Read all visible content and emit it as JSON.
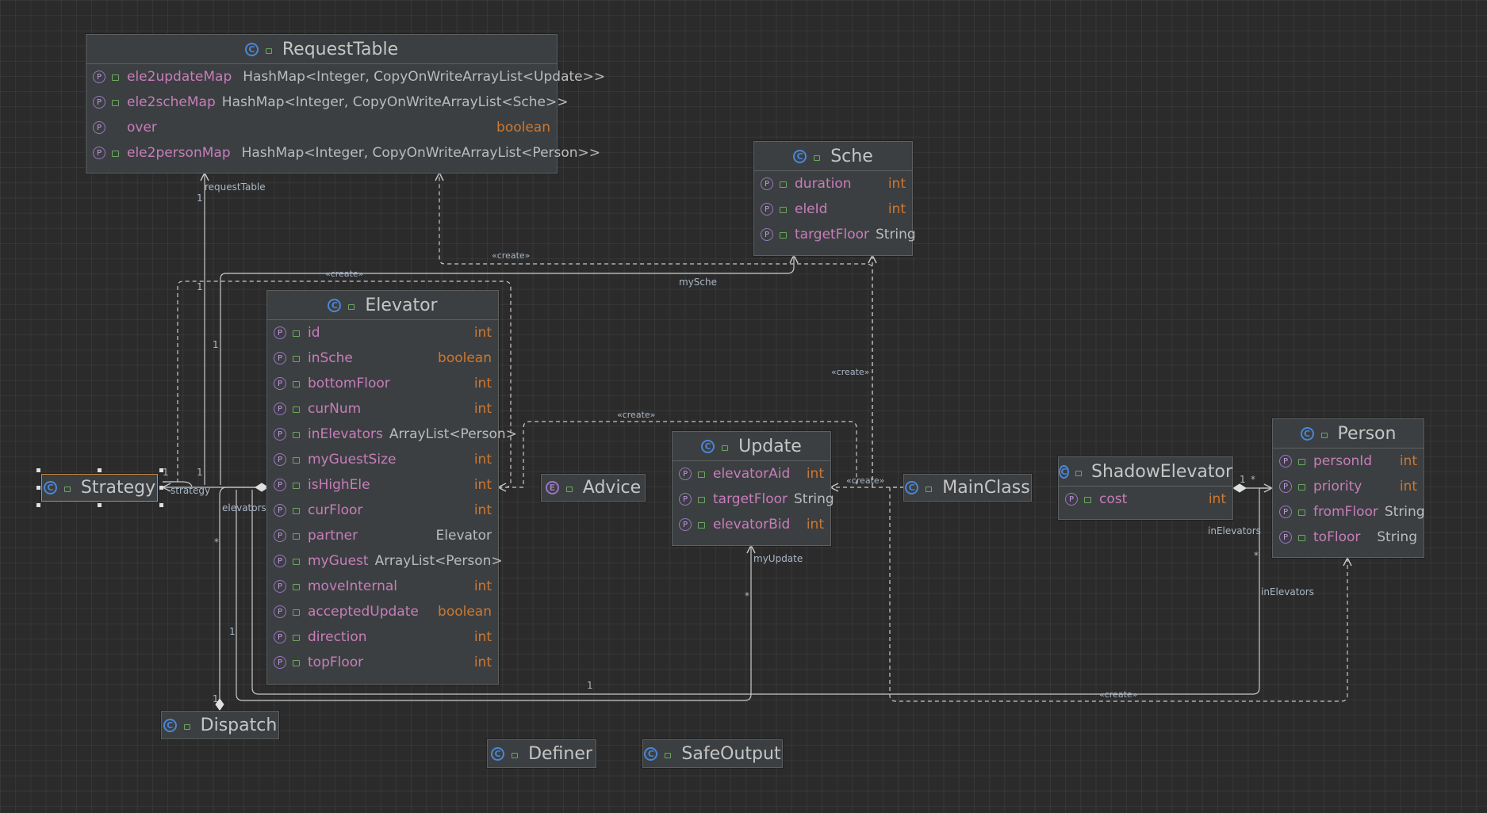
{
  "colors": {
    "background": "#2b2b2b",
    "node_fill": "#3c3f41",
    "node_border": "#5e6060",
    "field_name": "#c77dbb",
    "primitive_type": "#cc7832",
    "class_icon": "#4b86d6",
    "enum_icon": "#9876c2",
    "edge": "#c8c8c8",
    "selection": "#c98a3c"
  },
  "class_icon_letter": "C",
  "enum_icon_letter": "E",
  "field_icon_letter": "P",
  "classes": {
    "requesttable": {
      "name": "RequestTable",
      "fields": [
        {
          "name": "ele2updateMap",
          "type": "HashMap<Integer, CopyOnWriteArrayList<Update>>"
        },
        {
          "name": "ele2scheMap",
          "type": "HashMap<Integer, CopyOnWriteArrayList<Sche>>"
        },
        {
          "name": "over",
          "type": "boolean"
        },
        {
          "name": "ele2personMap",
          "type": "HashMap<Integer, CopyOnWriteArrayList<Person>>"
        }
      ]
    },
    "sche": {
      "name": "Sche",
      "fields": [
        {
          "name": "duration",
          "type": "int"
        },
        {
          "name": "eleId",
          "type": "int"
        },
        {
          "name": "targetFloor",
          "type": "String"
        }
      ]
    },
    "elevator": {
      "name": "Elevator",
      "fields": [
        {
          "name": "id",
          "type": "int"
        },
        {
          "name": "inSche",
          "type": "boolean"
        },
        {
          "name": "bottomFloor",
          "type": "int"
        },
        {
          "name": "curNum",
          "type": "int"
        },
        {
          "name": "inElevators",
          "type": "ArrayList<Person>"
        },
        {
          "name": "myGuestSize",
          "type": "int"
        },
        {
          "name": "isHighEle",
          "type": "int"
        },
        {
          "name": "curFloor",
          "type": "int"
        },
        {
          "name": "partner",
          "type": "Elevator"
        },
        {
          "name": "myGuest",
          "type": "ArrayList<Person>"
        },
        {
          "name": "moveInternal",
          "type": "int"
        },
        {
          "name": "acceptedUpdate",
          "type": "boolean"
        },
        {
          "name": "direction",
          "type": "int"
        },
        {
          "name": "topFloor",
          "type": "int"
        }
      ]
    },
    "update": {
      "name": "Update",
      "fields": [
        {
          "name": "elevatorAid",
          "type": "int"
        },
        {
          "name": "targetFloor",
          "type": "String"
        },
        {
          "name": "elevatorBid",
          "type": "int"
        }
      ]
    },
    "shadowelevator": {
      "name": "ShadowElevator",
      "fields": [
        {
          "name": "cost",
          "type": "int"
        }
      ]
    },
    "person": {
      "name": "Person",
      "fields": [
        {
          "name": "personId",
          "type": "int"
        },
        {
          "name": "priority",
          "type": "int"
        },
        {
          "name": "fromFloor",
          "type": "String"
        },
        {
          "name": "toFloor",
          "type": "String"
        }
      ]
    },
    "strategy": {
      "name": "Strategy"
    },
    "advice": {
      "name": "Advice"
    },
    "mainclass": {
      "name": "MainClass"
    },
    "dispatch": {
      "name": "Dispatch"
    },
    "definer": {
      "name": "Definer"
    },
    "safeoutput": {
      "name": "SafeOutput"
    }
  },
  "edge_labels": {
    "request_table": "requestTable",
    "create_top": "«create»",
    "create_requesttable": "«create»",
    "my_sche": "mySche",
    "create_sche": "«create»",
    "create_update": "«create»",
    "create_update_main": "«create»",
    "strategy": "strategy",
    "elevators": "elevators",
    "my_update": "myUpdate",
    "in_elevators_shadow": "inElevators",
    "in_elevators_person": "inElevators",
    "create_person": "«create»",
    "mult_one_a": "1",
    "mult_one_b": "1",
    "mult_one_c": "1",
    "mult_one_d": "1",
    "mult_one_e": "1",
    "mult_one_f": "1",
    "mult_one_g": "1",
    "mult_one_h": "1",
    "mult_one_i": "1",
    "mult_star_a": "*",
    "mult_star_b": "*",
    "mult_star_c": "*",
    "mult_star_d": "*"
  }
}
